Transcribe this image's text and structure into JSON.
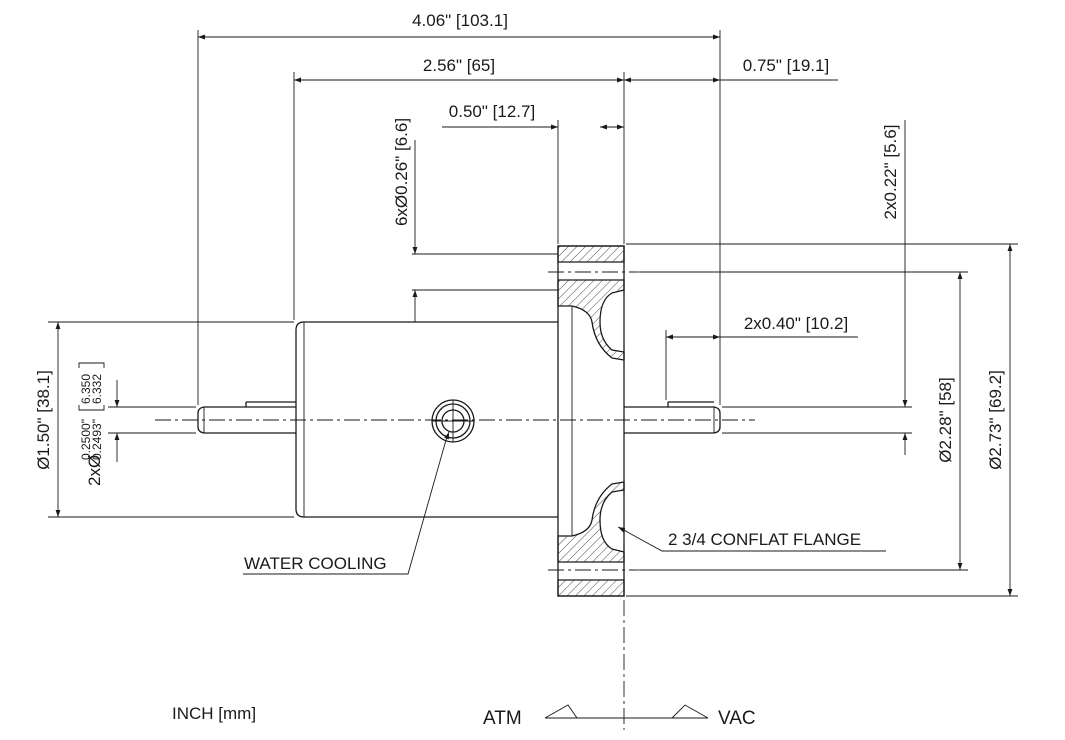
{
  "dimensions": {
    "overall_length": "4.06\" [103.1]",
    "body_length": "2.56\" [65]",
    "shaft_extension": "0.75\" [19.1]",
    "flange_thickness": "0.50\" [12.7]",
    "bolt_holes": "6xØ0.26\" [6.6]",
    "flat_depth": "2x0.22\" [5.6]",
    "flat_length": "2x0.40\" [10.2]",
    "body_diameter": "Ø1.50\" [38.1]",
    "shaft_diameter_prefix": "2xØ",
    "shaft_diameter_inch_upper": "0.2500\"",
    "shaft_diameter_inch_lower": "0.2493\"",
    "shaft_diameter_mm_upper": "6.350",
    "shaft_diameter_mm_lower": "6.332",
    "bolt_circle": "Ø2.28\" [58]",
    "flange_diameter": "Ø2.73\" [69.2]"
  },
  "labels": {
    "water_cooling": "WATER COOLING",
    "flange": "2 3/4 CONFLAT FLANGE",
    "units": "INCH [mm]",
    "atm": "ATM",
    "vac": "VAC"
  }
}
